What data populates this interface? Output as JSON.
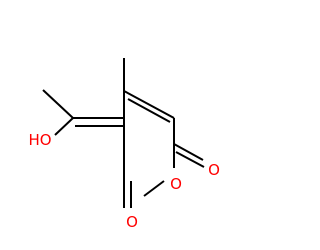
{
  "molecule": {
    "atoms": {
      "ring_oxygen": "O",
      "carbonyl_oxygen_right": "O",
      "carbonyl_oxygen_bottom": "O",
      "hydroxyl": "HO"
    },
    "colors": {
      "bond": "#000000",
      "oxygen": "#ff0000"
    }
  }
}
